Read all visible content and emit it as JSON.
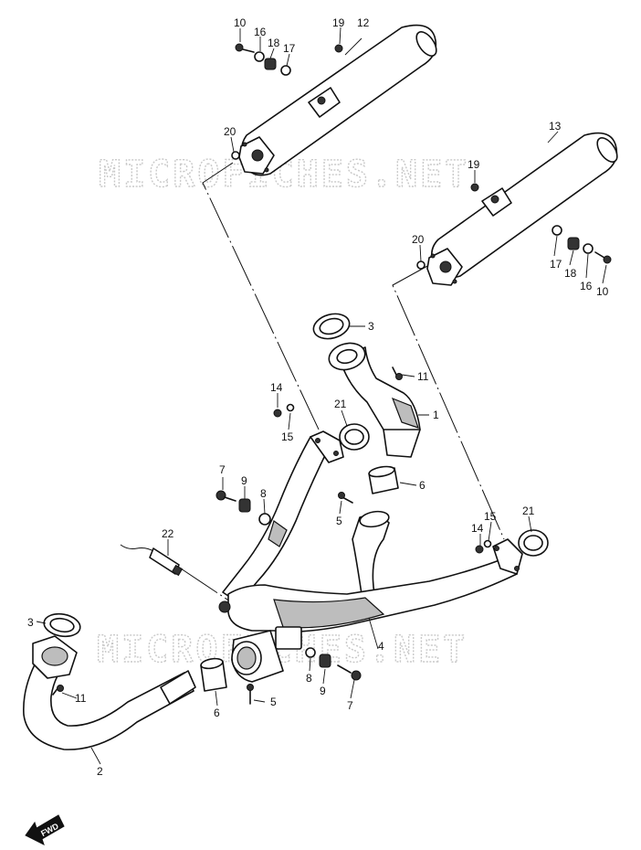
{
  "watermark": "MICROFICHES.NET",
  "fwd_label": "FWD",
  "callouts": {
    "c1": "1",
    "c2": "2",
    "c3a": "3",
    "c3b": "3",
    "c4": "4",
    "c5a": "5",
    "c5b": "5",
    "c6a": "6",
    "c6b": "6",
    "c7a": "7",
    "c7b": "7",
    "c8a": "8",
    "c8b": "8",
    "c9a": "9",
    "c9b": "9",
    "c10a": "10",
    "c10b": "10",
    "c11a": "11",
    "c11b": "11",
    "c12": "12",
    "c13": "13",
    "c14a": "14",
    "c14b": "14",
    "c15a": "15",
    "c15b": "15",
    "c16a": "16",
    "c16b": "16",
    "c17a": "17",
    "c17b": "17",
    "c18a": "18",
    "c18b": "18",
    "c19a": "19",
    "c19b": "19",
    "c20a": "20",
    "c20b": "20",
    "c21a": "21",
    "c21b": "21",
    "c22": "22"
  }
}
